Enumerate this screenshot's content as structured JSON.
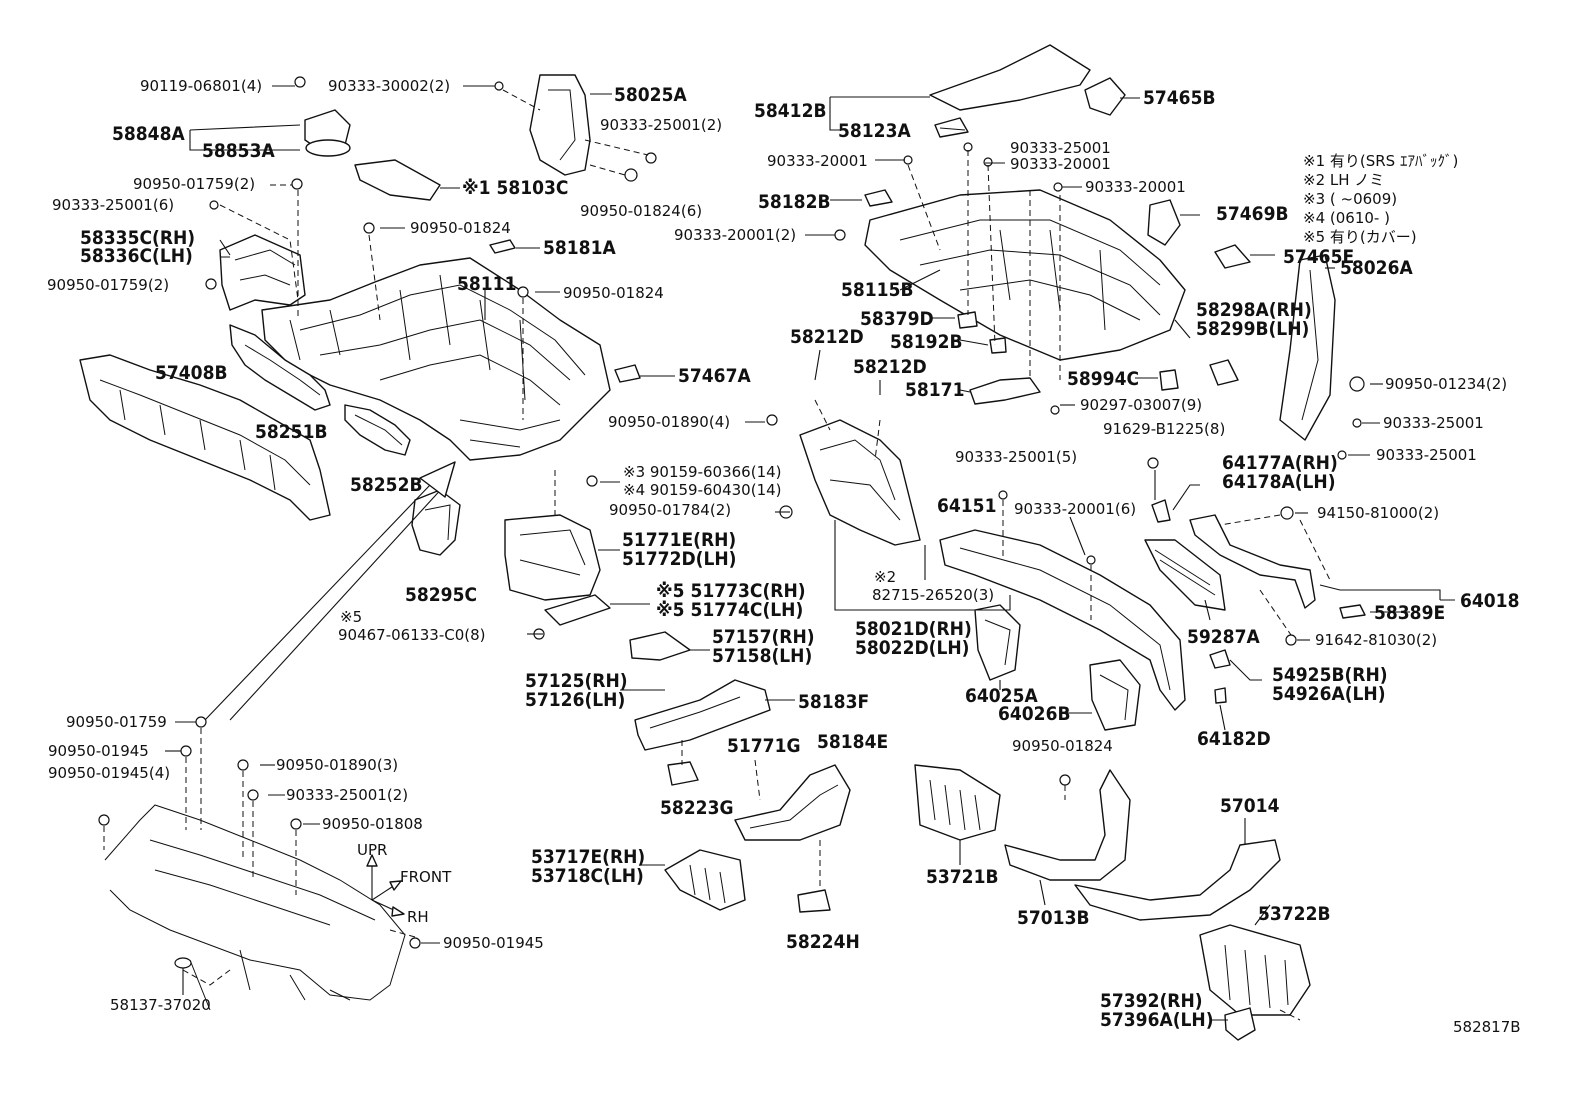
{
  "diagram_id": "582817B",
  "notes": {
    "n1": "※1 有り(SRS ｴｱﾊﾞｯｸﾞ)",
    "n2": "※2 LH ノミ",
    "n3": "※3 (       ~0609)",
    "n4": "※4 (0610-       )",
    "n5": "※5 有り(カバー)"
  },
  "direction": {
    "up": "UPR",
    "front": "FRONT",
    "rh": "RH"
  },
  "labels": {
    "p90119": "90119-06801(4)",
    "p90333_30002": "90333-30002(2)",
    "p58025A": "58025A",
    "p58848A": "58848A",
    "p58853A": "58853A",
    "p90333_25001_2a": "90333-25001(2)",
    "p90950_01759_2a": "90950-01759(2)",
    "p58103C": "※1 58103C",
    "p90333_25001_6": "90333-25001(6)",
    "p90950_01824_6": "90950-01824(6)",
    "p58335C": "58335C(RH)",
    "p58336C": "58336C(LH)",
    "p90950_01824a": "90950-01824",
    "p58181A": "58181A",
    "p90950_01759_2b": "90950-01759(2)",
    "p58111": "58111",
    "p90950_01824b": "90950-01824",
    "p57408B": "57408B",
    "p57467A": "57467A",
    "p58251B": "58251B",
    "p90950_01890_4": "90950-01890(4)",
    "p58252B": "58252B",
    "p90159_60366": "※3 90159-60366(14)",
    "p90159_60430": "※4 90159-60430(14)",
    "p90950_01784": "90950-01784(2)",
    "p51771E": "51771E(RH)",
    "p51772D": "51772D(LH)",
    "p58295C": "58295C",
    "p51773C": "※5 51773C(RH)",
    "p51774C": "※5 51774C(LH)",
    "p90467_mark": "※5",
    "p90467": "90467-06133-C0(8)",
    "p57157": "57157(RH)",
    "p57158": "57158(LH)",
    "p57125": "57125(RH)",
    "p57126": "57126(LH)",
    "p58183F": "58183F",
    "p90950_01759": "90950-01759",
    "p90950_01945a": "90950-01945",
    "p90950_01945_4": "90950-01945(4)",
    "p90950_01890_3": "90950-01890(3)",
    "p90333_25001_2b": "90333-25001(2)",
    "p90950_01808": "90950-01808",
    "p51771G": "51771G",
    "p58184E": "58184E",
    "p58223G": "58223G",
    "p53717E": "53717E(RH)",
    "p53718C": "53718C(LH)",
    "p90950_01945b": "90950-01945",
    "p58224H": "58224H",
    "p58137": "58137-37020",
    "p58412B": "58412B",
    "p57465B": "57465B",
    "p58123A": "58123A",
    "p90333_25001c": "90333-25001",
    "p90333_20001a": "90333-20001",
    "p90333_20001b": "90333-20001",
    "p90333_20001c": "90333-20001",
    "p58182B": "58182B",
    "p57469B": "57469B",
    "p90333_20001_2": "90333-20001(2)",
    "p57465E": "57465E",
    "p58115B": "58115B",
    "p58298A": "58298A(RH)",
    "p58299B": "58299B(LH)",
    "p58379D": "58379D",
    "p58212D_a": "58212D",
    "p58192B": "58192B",
    "p58026A": "58026A",
    "p58212D_b": "58212D",
    "p58994C": "58994C",
    "p90950_01234": "90950-01234(2)",
    "p58171": "58171",
    "p90297": "90297-03007(9)",
    "p90333_25001d": "90333-25001",
    "p91629": "91629-B1225(8)",
    "p90333_25001e": "90333-25001",
    "p90333_25001_5": "90333-25001(5)",
    "p64177A": "64177A(RH)",
    "p64178A": "64178A(LH)",
    "p64151": "64151",
    "p90333_20001_6": "90333-20001(6)",
    "p94150": "94150-81000(2)",
    "p82715_mark": "※2",
    "p82715": "82715-26520(3)",
    "p64018": "64018",
    "p58389E": "58389E",
    "p58021D": "58021D(RH)",
    "p58022D": "58022D(LH)",
    "p59287A": "59287A",
    "p91642": "91642-81030(2)",
    "p54925B": "54925B(RH)",
    "p54926A": "54926A(LH)",
    "p64025A": "64025A",
    "p64026B": "64026B",
    "p64182D": "64182D",
    "p90950_01824c": "90950-01824",
    "p57014": "57014",
    "p53721B": "53721B",
    "p57013B": "57013B",
    "p53722B": "53722B",
    "p57392": "57392(RH)",
    "p57396A": "57396A(LH)"
  }
}
